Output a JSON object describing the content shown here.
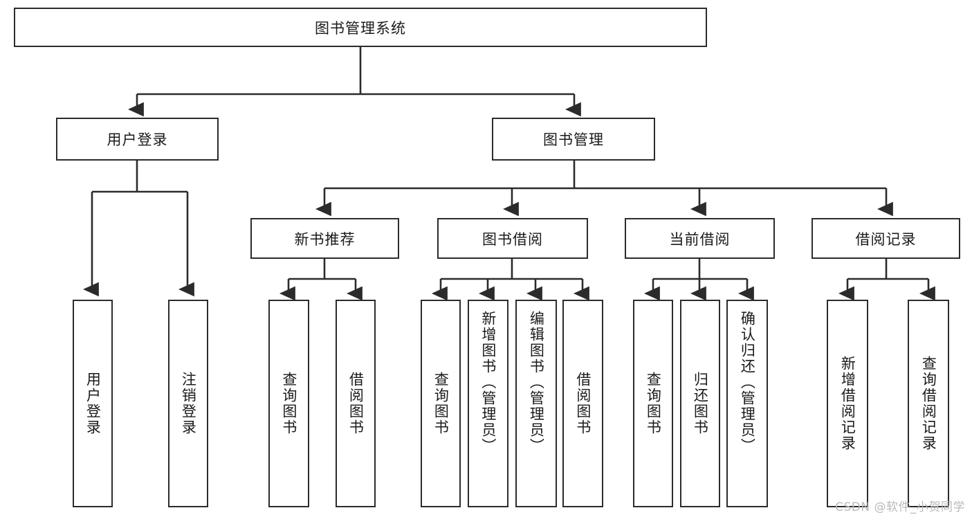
{
  "diagram": {
    "title": "图书管理系统",
    "watermark": "CSDN @软件_小贺同学",
    "colors": {
      "stroke": "#2b2b2b",
      "fill": "#ffffff",
      "text": "#1a1a1a",
      "watermark": "#b9b9b9"
    },
    "levels": {
      "root": {
        "label": "图书管理系统"
      },
      "level2": [
        {
          "id": "user-login",
          "label": "用户登录"
        },
        {
          "id": "book-management",
          "label": "图书管理"
        }
      ],
      "level3": [
        {
          "id": "new-book-recommend",
          "label": "新书推荐"
        },
        {
          "id": "book-borrow",
          "label": "图书借阅"
        },
        {
          "id": "current-borrow",
          "label": "当前借阅"
        },
        {
          "id": "borrow-record",
          "label": "借阅记录"
        }
      ],
      "leaves": {
        "user-login": [
          {
            "id": "leaf-user-login",
            "label": "用户登录"
          },
          {
            "id": "leaf-user-logout",
            "label": "注销登录"
          }
        ],
        "new-book-recommend": [
          {
            "id": "leaf-query-book-1",
            "label": "查询图书"
          },
          {
            "id": "leaf-borrow-book-1",
            "label": "借阅图书"
          }
        ],
        "book-borrow": [
          {
            "id": "leaf-query-book-2",
            "label": "查询图书"
          },
          {
            "id": "leaf-add-book",
            "label": "新增图书（管理员）"
          },
          {
            "id": "leaf-edit-book",
            "label": "编辑图书（管理员）"
          },
          {
            "id": "leaf-borrow-book-2",
            "label": "借阅图书"
          }
        ],
        "current-borrow": [
          {
            "id": "leaf-query-book-3",
            "label": "查询图书"
          },
          {
            "id": "leaf-return-book",
            "label": "归还图书"
          },
          {
            "id": "leaf-confirm-return",
            "label": "确认归还（管理员）"
          }
        ],
        "borrow-record": [
          {
            "id": "leaf-add-record",
            "label": "新增借阅记录"
          },
          {
            "id": "leaf-query-record",
            "label": "查询借阅记录"
          }
        ]
      }
    }
  }
}
